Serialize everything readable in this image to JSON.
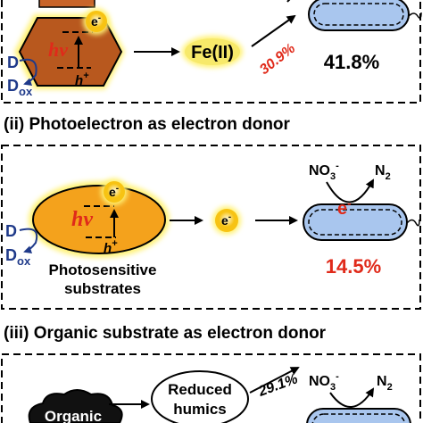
{
  "panel1": {
    "e_label": "e",
    "e_sup": "-",
    "hv": "hv",
    "h_label": "h",
    "h_sup": "+",
    "d": "D",
    "dox_main": "D",
    "dox_sub": "ox",
    "fe": "Fe(II)",
    "pct_arrow": "30.9%",
    "pct_main": "41.8%"
  },
  "panel2": {
    "heading": "(ii) Photoelectron as electron donor",
    "e_label": "e",
    "e_sup": "-",
    "hv": "hv",
    "h_label": "h",
    "h_sup": "+",
    "d": "D",
    "dox_main": "D",
    "dox_sub": "ox",
    "substrate_line1": "Photosensitive",
    "substrate_line2": "substrates",
    "free_e": "e",
    "free_e_sup": "-",
    "no3": "NO",
    "no3_sub": "3",
    "no3_sup": "-",
    "n2": "N",
    "n2_sub": "2",
    "bact_e": "e",
    "bact_e_sup": "-",
    "pct": "14.5%"
  },
  "panel3": {
    "heading": "(iii) Organic substrate as electron donor",
    "organic": "Organic",
    "humics_line1": "Reduced",
    "humics_line2": "humics",
    "pct_arrow": "29.1%",
    "no3": "NO",
    "no3_sub": "3",
    "no3_sup": "-",
    "n2": "N",
    "n2_sub": "2"
  },
  "colors": {
    "hexagon": "#b8581e",
    "ellipse": "#f4a21c",
    "glow": "#fff275",
    "electron": "#f7c313",
    "bacterium": "#a9c6ee",
    "red": "#e02a1a",
    "navy": "#1f3a8a"
  }
}
